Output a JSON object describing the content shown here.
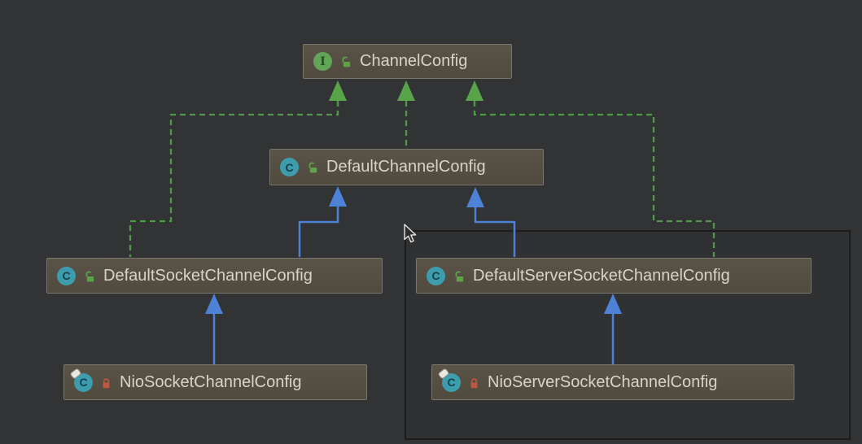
{
  "diagram": {
    "nodes": [
      {
        "label": "ChannelConfig",
        "type": "interface",
        "type_letter": "I",
        "visibility": "public"
      },
      {
        "label": "DefaultChannelConfig",
        "type": "class",
        "type_letter": "C",
        "visibility": "public"
      },
      {
        "label": "DefaultSocketChannelConfig",
        "type": "class",
        "type_letter": "C",
        "visibility": "public"
      },
      {
        "label": "DefaultServerSocketChannelConfig",
        "type": "class",
        "type_letter": "C",
        "visibility": "public"
      },
      {
        "label": "NioSocketChannelConfig",
        "type": "class",
        "type_letter": "C",
        "visibility": "locked",
        "marker": true
      },
      {
        "label": "NioServerSocketChannelConfig",
        "type": "class",
        "type_letter": "C",
        "visibility": "locked",
        "marker": true
      }
    ],
    "edges": [
      {
        "from": "DefaultChannelConfig",
        "to": "ChannelConfig",
        "relation": "implements"
      },
      {
        "from": "DefaultSocketChannelConfig",
        "to": "ChannelConfig",
        "relation": "implements"
      },
      {
        "from": "DefaultServerSocketChannelConfig",
        "to": "ChannelConfig",
        "relation": "implements"
      },
      {
        "from": "DefaultSocketChannelConfig",
        "to": "DefaultChannelConfig",
        "relation": "extends"
      },
      {
        "from": "DefaultServerSocketChannelConfig",
        "to": "DefaultChannelConfig",
        "relation": "extends"
      },
      {
        "from": "NioSocketChannelConfig",
        "to": "DefaultSocketChannelConfig",
        "relation": "extends"
      },
      {
        "from": "NioServerSocketChannelConfig",
        "to": "DefaultServerSocketChannelConfig",
        "relation": "extends"
      }
    ],
    "colors": {
      "background": "#313335",
      "node_fill": "#564f44",
      "node_border": "#7b766c",
      "node_text": "#d8d3c9",
      "implements_edge": "#4f9a47",
      "implements_arrow": "#57a44b",
      "extends_edge": "#4d82d6",
      "interface_icon": "#62a558",
      "class_icon": "#3d9dad",
      "public_lock": "#5fa348",
      "locked_lock": "#c2573f",
      "selection_border": "#1c1c1c"
    }
  }
}
